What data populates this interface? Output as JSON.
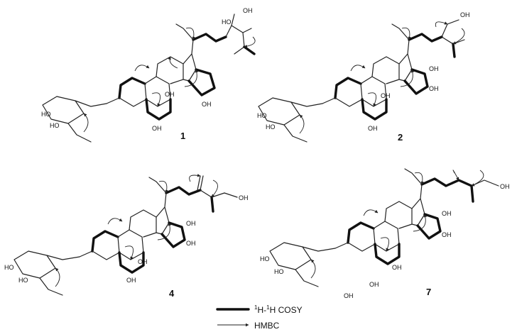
{
  "compounds": [
    {
      "id": "1",
      "labels": [
        "HO",
        "OH",
        "OH",
        "OH",
        "OH",
        "HO",
        "HO"
      ]
    },
    {
      "id": "2",
      "labels": [
        "OH",
        "OH",
        "OH",
        "OH",
        "OH",
        "HO",
        "HO"
      ]
    },
    {
      "id": "4",
      "labels": [
        "OH",
        "OH",
        "OH",
        "OH",
        "OH",
        "HO",
        "HO"
      ]
    },
    {
      "id": "7",
      "labels": [
        "OH",
        "OH",
        "OH",
        "OH",
        "OH",
        "OH",
        "HO",
        "HO"
      ]
    }
  ],
  "legend": {
    "cosy_prefix": "1",
    "cosy_mid": "H-",
    "cosy_sup2": "1",
    "cosy_suffix": "H COSY",
    "hmbc": "HMBC"
  },
  "colors": {
    "ink": "#222222",
    "background": "#ffffff"
  }
}
